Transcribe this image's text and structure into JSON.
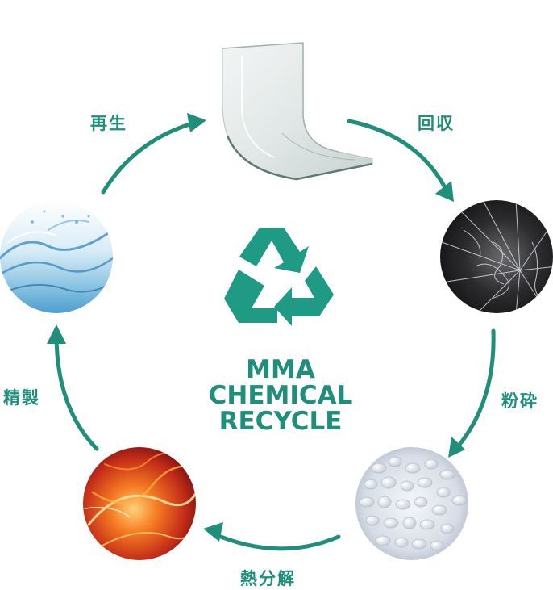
{
  "diagram": {
    "title_lines": [
      "MMA",
      "CHEMICAL",
      "RECYCLE"
    ],
    "accent_color": "#1f8f7c",
    "center_icon": "recycle-icon",
    "steps": [
      {
        "label": "回収",
        "image": "broken-glass-photo"
      },
      {
        "label": "粉砕",
        "image": "white-pellets-photo"
      },
      {
        "label": "熱分解",
        "image": "fire-photo"
      },
      {
        "label": "精製",
        "image": "water-splash-photo"
      },
      {
        "label": "再生",
        "image": "acrylic-sheet-photo"
      }
    ]
  }
}
